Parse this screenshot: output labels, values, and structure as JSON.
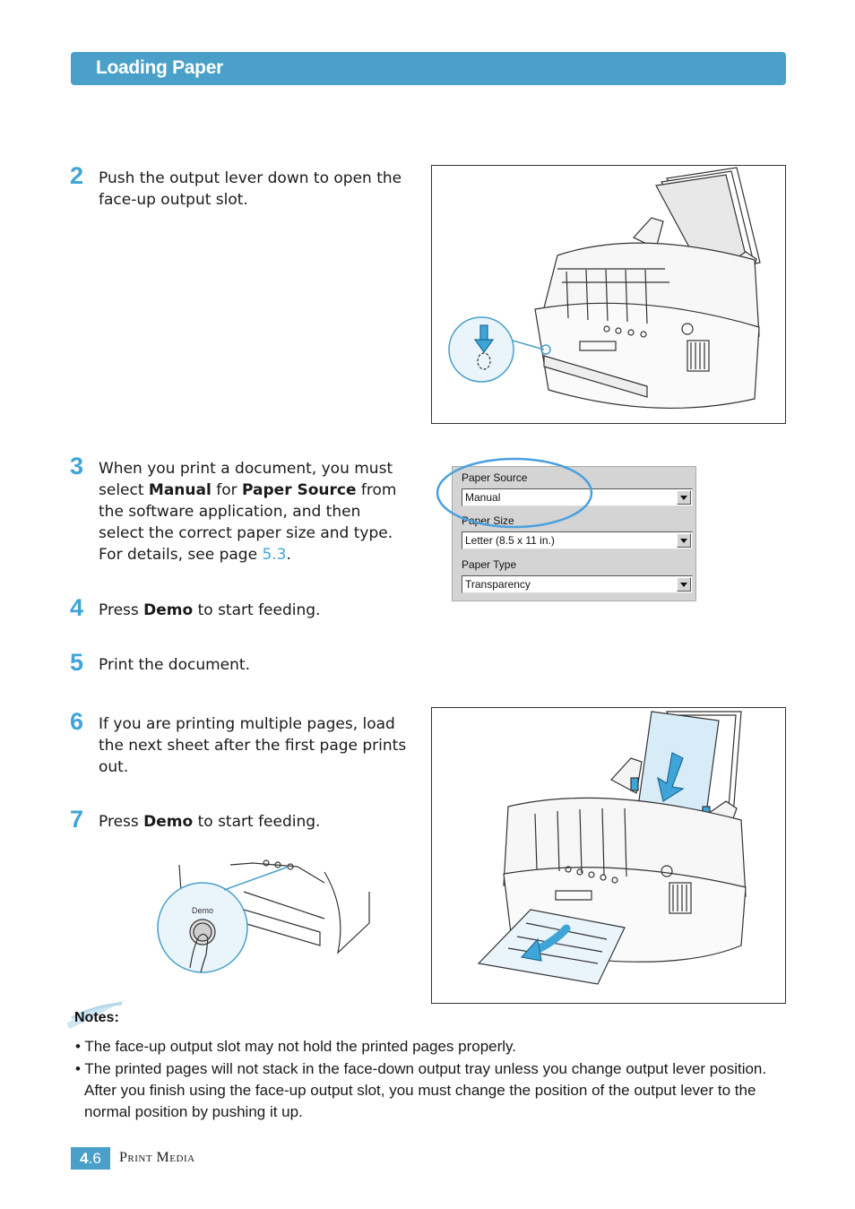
{
  "header": {
    "title": "Loading Paper"
  },
  "steps": [
    {
      "num": "2",
      "text": "Push the output lever down to open the face-up output slot."
    },
    {
      "num": "3",
      "pre1": "When you print a document, you must select ",
      "b1": "Manual",
      "mid": " for ",
      "b2": "Paper Source",
      "post": " from the software application, and then select the correct paper size and type. For details, see page ",
      "link": "5.3",
      "end": "."
    },
    {
      "num": "4",
      "pre": "Press ",
      "bold": "Demo",
      "post": " to start feeding."
    },
    {
      "num": "5",
      "text": "Print the document."
    },
    {
      "num": "6",
      "text": "If you are printing multiple pages, load the next sheet after the first page prints out."
    },
    {
      "num": "7",
      "pre": "Press ",
      "bold": "Demo",
      "post": " to start feeding."
    }
  ],
  "dialog": {
    "source_label": "Paper Source",
    "source_value": "Manual",
    "size_label": "Paper Size",
    "size_value": "Letter (8.5 x 11 in.)",
    "type_label": "Paper Type",
    "type_value": "Transparency"
  },
  "demo_button": {
    "label": "Demo"
  },
  "notes": {
    "title": "Notes:",
    "items": [
      "• The face-up output slot may not hold the printed pages properly.",
      "• The printed pages will not stack in the face-down output tray unless you change output lever position. After you finish using the face-up output slot, you must change the position of the output lever to the normal position by pushing it up."
    ]
  },
  "footer": {
    "chapter": "4",
    "page": ".6",
    "section": "Print Media"
  },
  "colors": {
    "accent": "#4aa0c9",
    "step_number": "#3fa5d8",
    "highlight_circle": "#4aa0e0"
  }
}
